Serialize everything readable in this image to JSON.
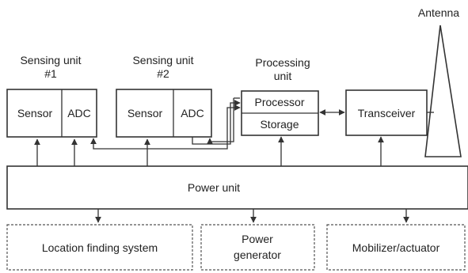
{
  "antenna_label": "Antenna",
  "sensing_units": [
    {
      "title_line1": "Sensing unit",
      "title_line2": "#1",
      "sensor": "Sensor",
      "adc": "ADC"
    },
    {
      "title_line1": "Sensing unit",
      "title_line2": "#2",
      "sensor": "Sensor",
      "adc": "ADC"
    }
  ],
  "processing_unit": {
    "title_line1": "Processing",
    "title_line2": "unit",
    "processor": "Processor",
    "storage": "Storage"
  },
  "transceiver": "Transceiver",
  "power_unit": "Power unit",
  "optional_units": {
    "location": "Location finding system",
    "power_generator_line1": "Power",
    "power_generator_line2": "generator",
    "mobilizer": "Mobilizer/actuator"
  }
}
